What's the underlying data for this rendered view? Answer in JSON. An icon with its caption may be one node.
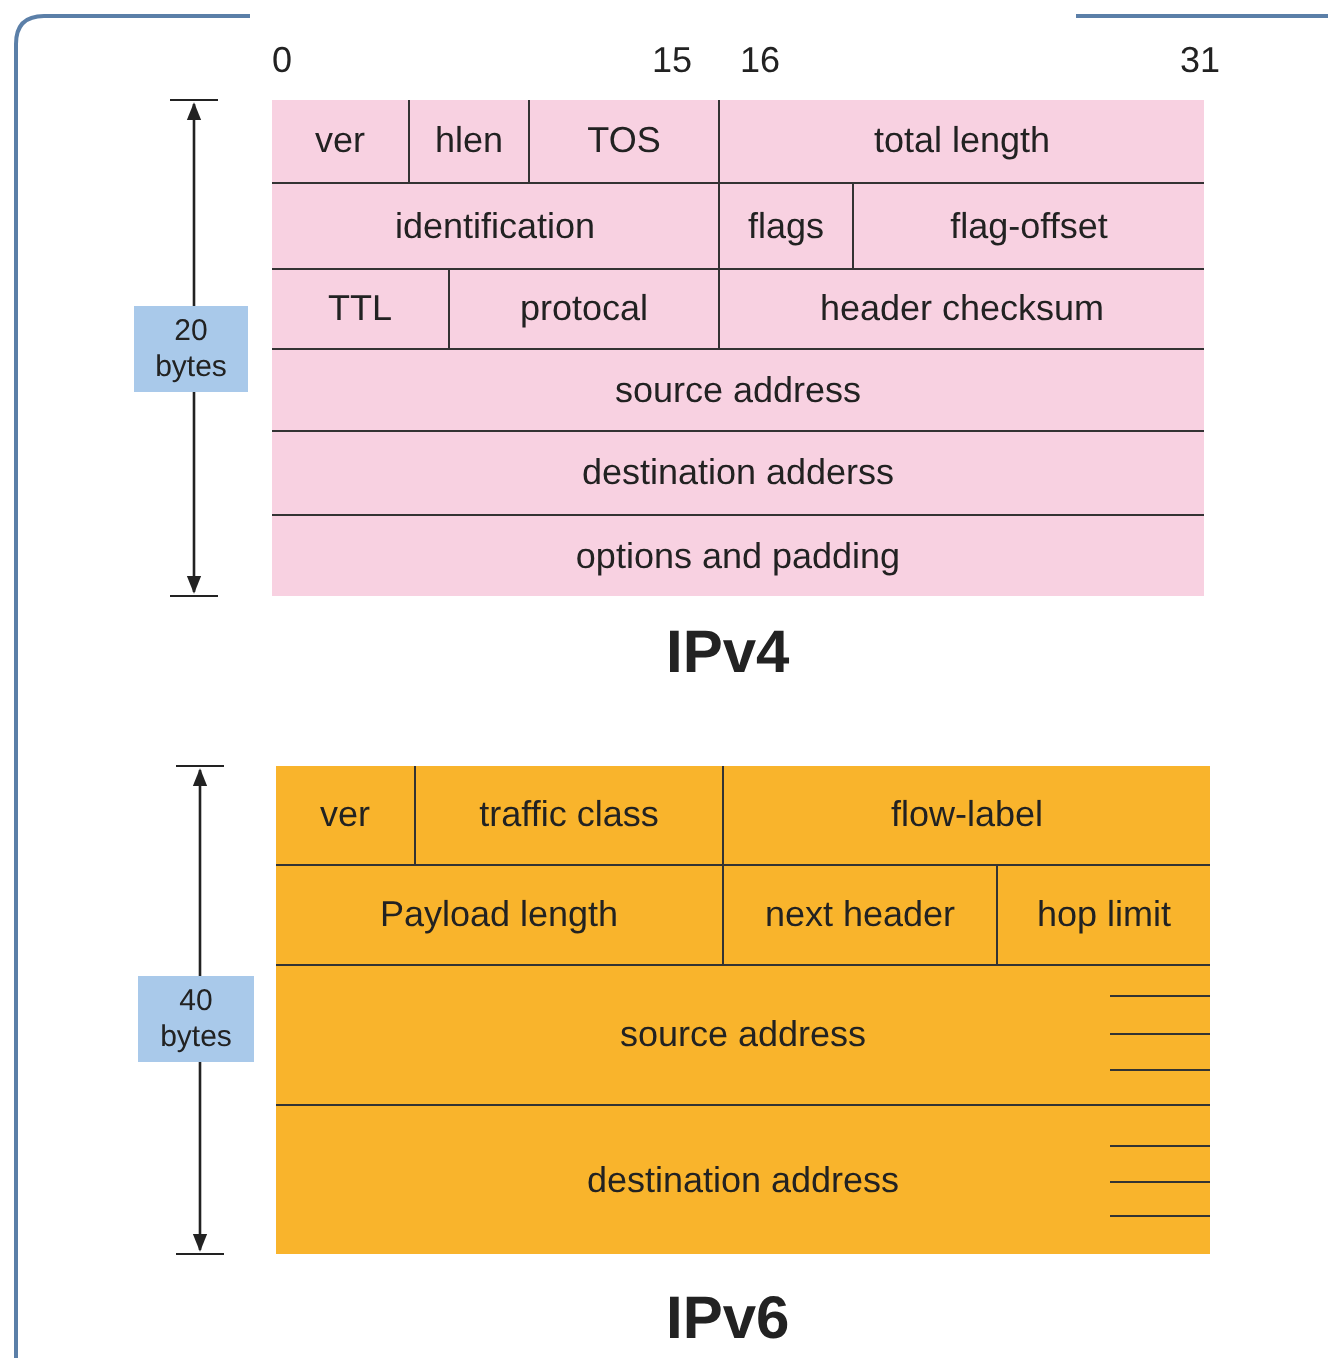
{
  "diagram": {
    "nodes": [
      {
        "text": [
          "ver"
        ]
      },
      {
        "text": [
          "hlen"
        ]
      },
      {
        "text": [
          "TOS"
        ]
      },
      {
        "text": [
          "total length"
        ]
      },
      {
        "text": [
          "identification"
        ]
      },
      {
        "text": [
          "flags"
        ]
      },
      {
        "text": [
          "flag-offset"
        ]
      },
      {
        "text": [
          "TTL"
        ]
      },
      {
        "text": [
          "protocal"
        ]
      },
      {
        "text": [
          "header checksum"
        ]
      },
      {
        "text": [
          "source address"
        ]
      },
      {
        "text": [
          "destination adderss"
        ]
      },
      {
        "text": [
          "options and padding"
        ]
      },
      {
        "text": [
          "20 bytes"
        ]
      },
      {
        "text": [
          "ver"
        ]
      },
      {
        "text": [
          "traffic class"
        ]
      },
      {
        "text": [
          "flow-label"
        ]
      },
      {
        "text": [
          "Payload length"
        ]
      },
      {
        "text": [
          "next header"
        ]
      },
      {
        "text": [
          "hop limit"
        ]
      },
      {
        "text": [
          "source address"
        ]
      },
      {
        "text": [
          "destination address"
        ]
      },
      {
        "text": [
          "40 bytes"
        ]
      }
    ],
    "edges": [],
    "labels": [
      "0",
      "15",
      "16",
      "31",
      "IPv4",
      "IPv6"
    ]
  }
}
